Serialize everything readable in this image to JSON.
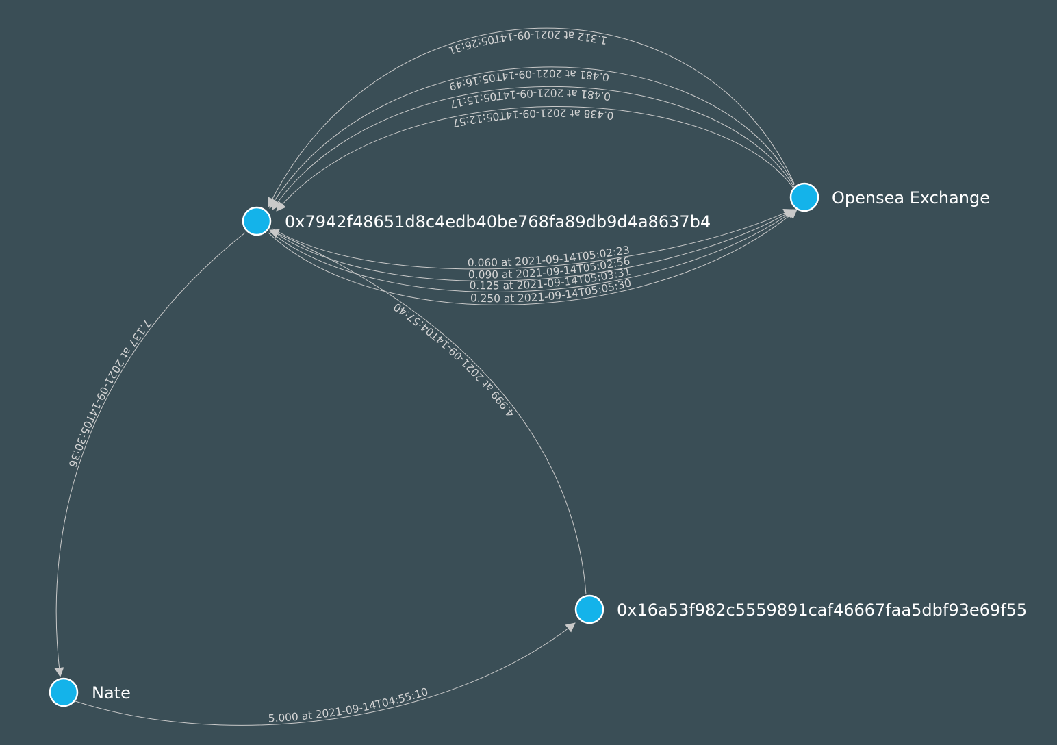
{
  "nodes": [
    {
      "id": "wallet",
      "label": "0x7942f48651d8c4edb40be768fa89db9d4a8637b4"
    },
    {
      "id": "opensea",
      "label": "Opensea Exchange"
    },
    {
      "id": "nate",
      "label": "Nate"
    },
    {
      "id": "contract",
      "label": "0x16a53f982c5559891caf46667faa5dbf93e69f55"
    }
  ],
  "edges": [
    {
      "id": "e1",
      "source": "opensea",
      "target": "wallet",
      "label": "1.312 at 2021-09-14T05:26:31"
    },
    {
      "id": "e2",
      "source": "opensea",
      "target": "wallet",
      "label": "0.481 at 2021-09-14T05:16:49"
    },
    {
      "id": "e3",
      "source": "opensea",
      "target": "wallet",
      "label": "0.481 at 2021-09-14T05:15:17"
    },
    {
      "id": "e4",
      "source": "opensea",
      "target": "wallet",
      "label": "0.438 at 2021-09-14T05:12:57"
    },
    {
      "id": "e5",
      "source": "wallet",
      "target": "opensea",
      "label": "0.060 at 2021-09-14T05:02:23"
    },
    {
      "id": "e6",
      "source": "wallet",
      "target": "opensea",
      "label": "0.090 at 2021-09-14T05:02:56"
    },
    {
      "id": "e7",
      "source": "wallet",
      "target": "opensea",
      "label": "0.125 at 2021-09-14T05:03:31"
    },
    {
      "id": "e8",
      "source": "wallet",
      "target": "opensea",
      "label": "0.250 at 2021-09-14T05:05:30"
    },
    {
      "id": "e9",
      "source": "wallet",
      "target": "nate",
      "label": "7.137 at 2021-09-14T05:30:36"
    },
    {
      "id": "e10",
      "source": "contract",
      "target": "wallet",
      "label": "4.999 at 2021-09-14T04:57:40"
    },
    {
      "id": "e11",
      "source": "nate",
      "target": "contract",
      "label": "5.000 at 2021-09-14T04:55:10"
    }
  ],
  "colors": {
    "background": "#3a4e56",
    "node_fill": "#14b3ea",
    "node_stroke": "#ffffff",
    "edge": "#c9c9c9",
    "edge_label": "#d3d3d3",
    "node_label": "#ffffff"
  }
}
